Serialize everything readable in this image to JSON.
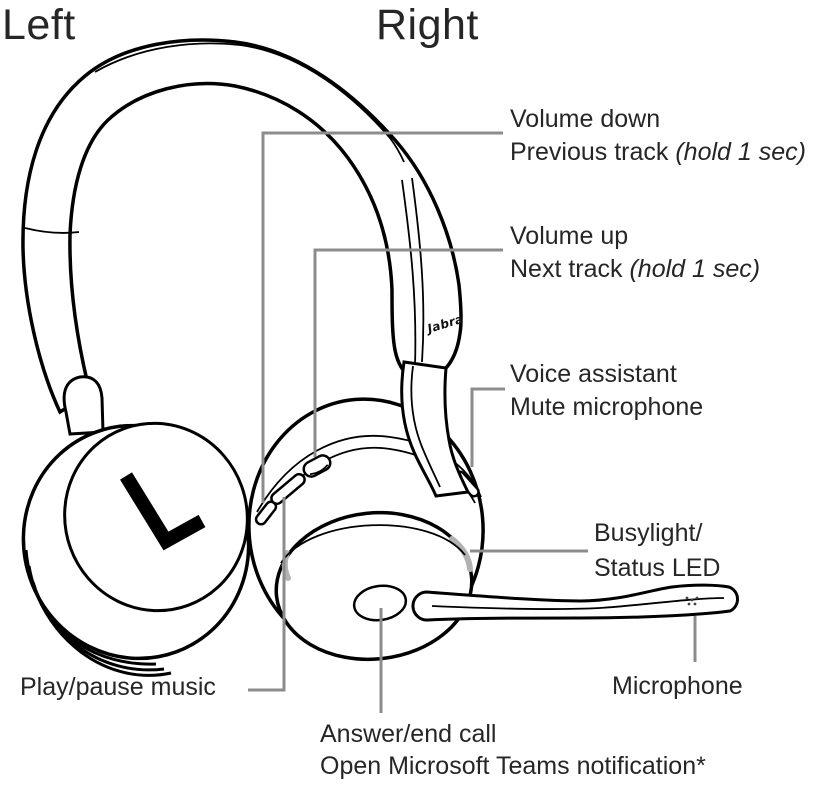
{
  "title_labels": {
    "left": "Left",
    "right": "Right"
  },
  "callouts": {
    "volume_down": {
      "line1": "Volume down",
      "line2": "Previous track ",
      "line2_italic": "(hold 1 sec)"
    },
    "volume_up": {
      "line1": "Volume up",
      "line2": "Next track ",
      "line2_italic": "(hold 1 sec)"
    },
    "voice_assistant": {
      "line1": "Voice assistant",
      "line2": "Mute microphone"
    },
    "busylight": {
      "line1": "Busylight/",
      "line2": "Status LED"
    },
    "microphone": {
      "label": "Microphone"
    },
    "play_pause": {
      "label": "Play/pause music"
    },
    "answer_end_call": {
      "line1": "Answer/end call",
      "line2": "Open Microsoft Teams notification*"
    }
  },
  "device": {
    "brand_logo": "Jabra",
    "left_ear_mark": "L"
  },
  "colors": {
    "background": "#ffffff",
    "line": "#000000",
    "leader": "#8c8c8c",
    "busylight": "#b2b2b2",
    "text": "#262626"
  }
}
